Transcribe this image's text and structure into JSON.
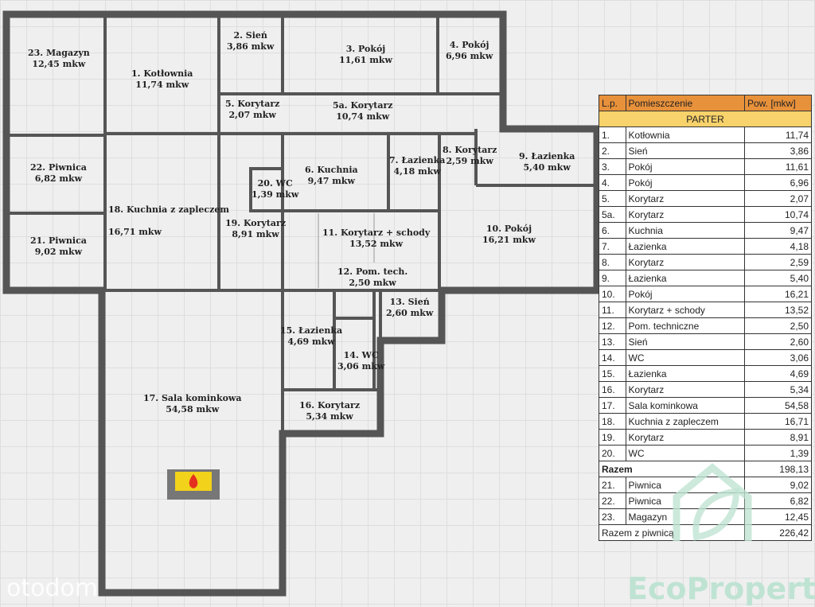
{
  "rooms": [
    {
      "name": "1. Kotłownia",
      "area": "11,74 mkw"
    },
    {
      "name": "2. Sień",
      "area": "3,86 mkw"
    },
    {
      "name": "3. Pokój",
      "area": "11,61 mkw"
    },
    {
      "name": "4. Pokój",
      "area": "6,96 mkw"
    },
    {
      "name": "5. Korytarz",
      "area": "2,07 mkw"
    },
    {
      "name": "5a. Korytarz",
      "area": "10,74 mkw"
    },
    {
      "name": "6. Kuchnia",
      "area": "9,47 mkw"
    },
    {
      "name": "7. Łazienka",
      "area": "4,18 mkw"
    },
    {
      "name": "8. Korytarz",
      "area": "2,59 mkw"
    },
    {
      "name": "9. Łazienka",
      "area": "5,40 mkw"
    },
    {
      "name": "10. Pokój",
      "area": "16,21 mkw"
    },
    {
      "name": "11. Korytarz + schody",
      "area": "13,52 mkw"
    },
    {
      "name": "12. Pom. tech.",
      "area": "2,50 mkw"
    },
    {
      "name": "13. Sień",
      "area": "2,60 mkw"
    },
    {
      "name": "14. WC",
      "area": "3,06 mkw"
    },
    {
      "name": "15. Łazienka",
      "area": "4,69 mkw"
    },
    {
      "name": "16. Korytarz",
      "area": "5,34 mkw"
    },
    {
      "name": "17. Sala kominkowa",
      "area": "54,58 mkw"
    },
    {
      "name": "18. Kuchnia z zapleczem",
      "area": "16,71 mkw"
    },
    {
      "name": "19. Korytarz",
      "area": "8,91 mkw"
    },
    {
      "name": "20. WC",
      "area": "1,39 mkw"
    },
    {
      "name": "21. Piwnica",
      "area": "9,02 mkw"
    },
    {
      "name": "22. Piwnica",
      "area": "6,82 mkw"
    },
    {
      "name": "23. Magazyn",
      "area": "12,45 mkw"
    }
  ],
  "table": {
    "headers": [
      "L.p.",
      "Pomieszczenie",
      "Pow. [mkw]"
    ],
    "section": "PARTER",
    "rows": [
      [
        "1.",
        "Kotłownia",
        "11,74"
      ],
      [
        "2.",
        "Sień",
        "3,86"
      ],
      [
        "3.",
        "Pokój",
        "11,61"
      ],
      [
        "4.",
        "Pokój",
        "6,96"
      ],
      [
        "5.",
        "Korytarz",
        "2,07"
      ],
      [
        "5a.",
        "Korytarz",
        "10,74"
      ],
      [
        "6.",
        "Kuchnia",
        "9,47"
      ],
      [
        "7.",
        "Łazienka",
        "4,18"
      ],
      [
        "8.",
        "Korytarz",
        "2,59"
      ],
      [
        "9.",
        "Łazienka",
        "5,40"
      ],
      [
        "10.",
        "Pokój",
        "16,21"
      ],
      [
        "11.",
        "Korytarz + schody",
        "13,52"
      ],
      [
        "12.",
        "Pom. techniczne",
        "2,50"
      ],
      [
        "13.",
        "Sień",
        "2,60"
      ],
      [
        "14.",
        "WC",
        "3,06"
      ],
      [
        "15.",
        "Łazienka",
        "4,69"
      ],
      [
        "16.",
        "Korytarz",
        "5,34"
      ],
      [
        "17.",
        "Sala kominkowa",
        "54,58"
      ],
      [
        "18.",
        "Kuchnia z zapleczem",
        "16,71"
      ],
      [
        "19.",
        "Korytarz",
        "8,91"
      ],
      [
        "20.",
        "WC",
        "1,39"
      ]
    ],
    "subtotal": {
      "label": "Razem",
      "value": "198,13"
    },
    "basement": [
      [
        "21.",
        "Piwnica",
        "9,02"
      ],
      [
        "22.",
        "Piwnica",
        "6,82"
      ],
      [
        "23.",
        "Magazyn",
        "12,45"
      ]
    ],
    "total": {
      "label": "Razem z piwnicą",
      "value": "226,42"
    }
  },
  "watermarks": {
    "left": "otodom",
    "right": "EcoProperty"
  },
  "colors": {
    "wall": "#555555",
    "header": "#e8913b",
    "section": "#f8d26a",
    "eco": "#bfe3d3"
  }
}
